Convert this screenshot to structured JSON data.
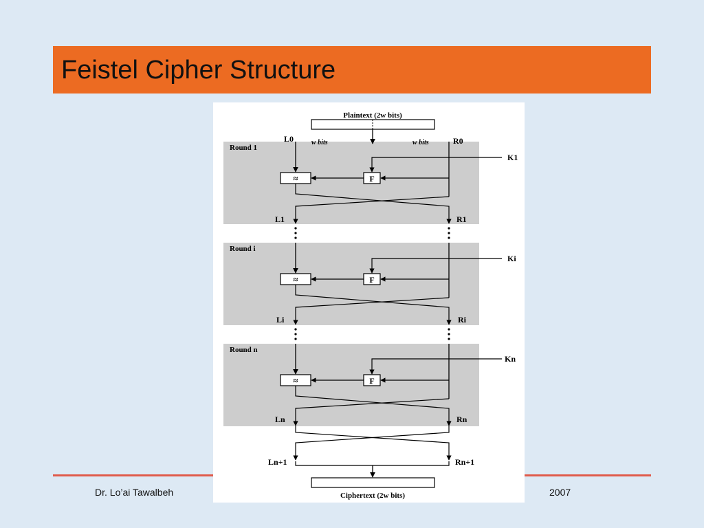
{
  "slide": {
    "title": "Feistel Cipher Structure",
    "footer_left": "Dr. Lo’ai Tawalbeh",
    "footer_right": "2007"
  },
  "diagram": {
    "plaintext_label": "Plaintext (2w bits)",
    "ciphertext_label": "Ciphertext (2w bits)",
    "w_bits_label": "w bits",
    "xor_symbol": "≈",
    "f_label": "F",
    "rounds": [
      {
        "name": "Round 1",
        "key": "K1",
        "left_out": "L1",
        "right_out": "R1"
      },
      {
        "name": "Round i",
        "key": "Ki",
        "left_out": "Li",
        "right_out": "Ri"
      },
      {
        "name": "Round n",
        "key": "Kn",
        "left_out": "Ln",
        "right_out": "Rn"
      }
    ],
    "input_left": "L0",
    "input_right": "R0",
    "final_left": "Ln+1",
    "final_right": "Rn+1"
  }
}
